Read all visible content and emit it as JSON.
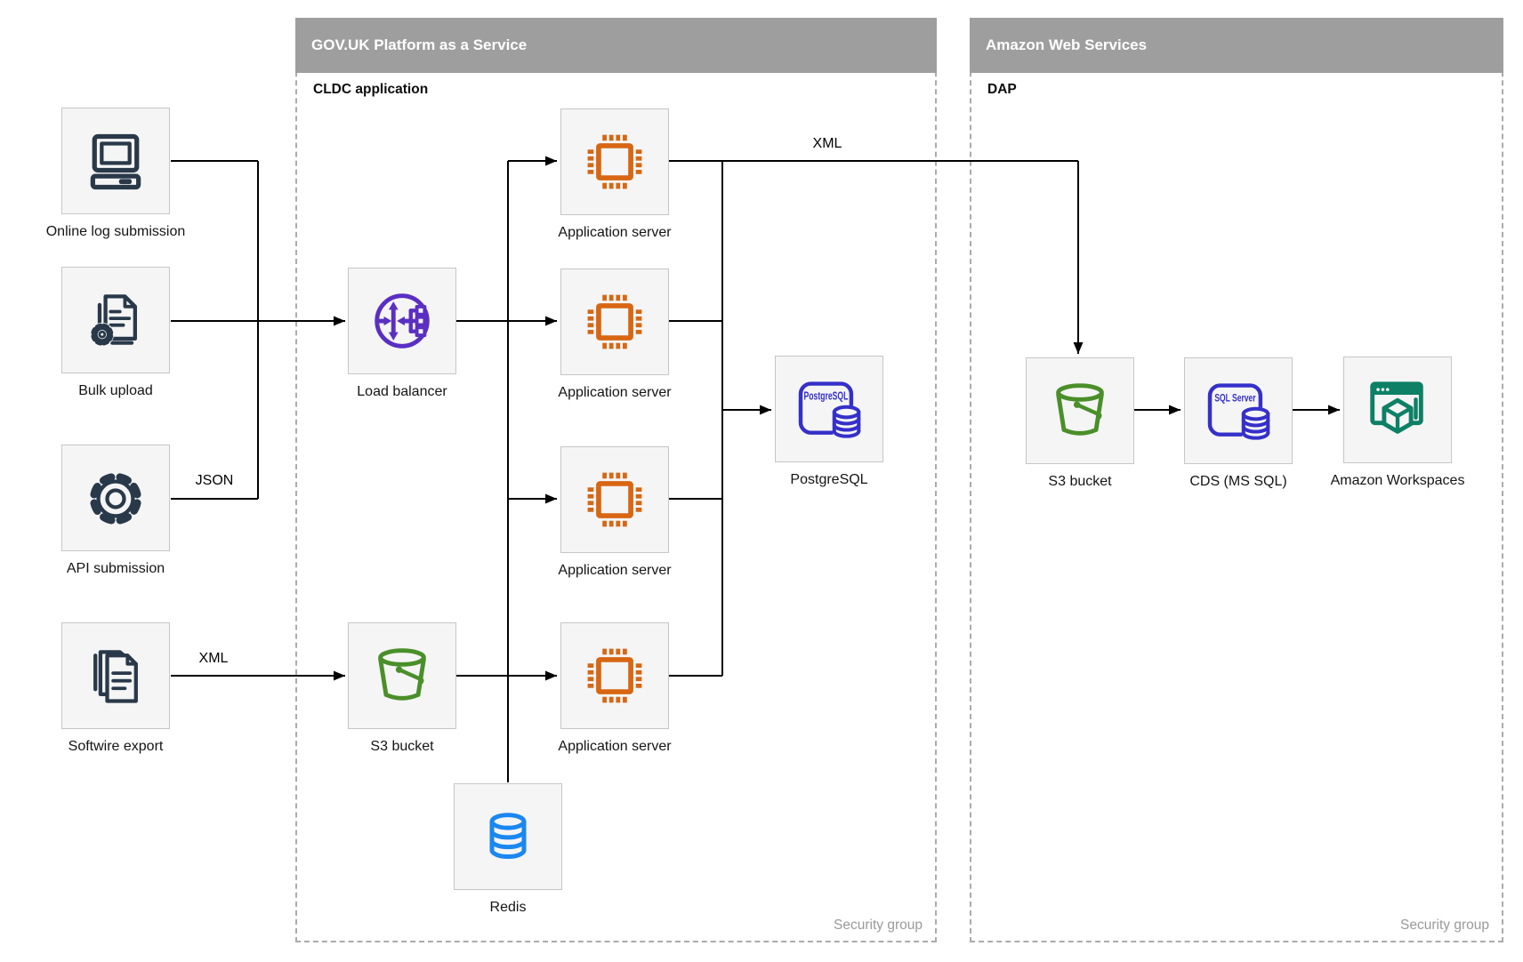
{
  "diagram": {
    "containers": {
      "paas": {
        "title": "GOV.UK Platform as a Service",
        "zone": "CLDC application",
        "footer": "Security group"
      },
      "aws": {
        "title": "Amazon Web Services",
        "zone": "DAP",
        "footer": "Security group"
      }
    },
    "nodes": {
      "online_log": {
        "label": "Online log submission"
      },
      "bulk_upload": {
        "label": "Bulk upload"
      },
      "api_submission": {
        "label": "API submission"
      },
      "softwire_export": {
        "label": "Softwire export"
      },
      "load_balancer": {
        "label": "Load balancer"
      },
      "app_server": {
        "label": "Application server"
      },
      "paas_s3": {
        "label": "S3 bucket"
      },
      "redis": {
        "label": "Redis"
      },
      "postgresql": {
        "label": "PostgreSQL",
        "icon_text": "PostgreSQL"
      },
      "aws_s3": {
        "label": "S3 bucket"
      },
      "cds": {
        "label": "CDS (MS SQL)",
        "icon_text": "SQL Server"
      },
      "workspaces": {
        "label": "Amazon Workspaces"
      }
    },
    "edge_labels": {
      "json": "JSON",
      "xml_export": "XML",
      "xml_transfer": "XML"
    },
    "colors": {
      "header_bg": "#9e9e9e",
      "header_text": "#ffffff",
      "node_bg": "#f5f5f5",
      "node_border": "#c6c6c6",
      "container_border": "#ababab",
      "edge": "#000000",
      "source_icon": "#29394a",
      "load_balancer_icon": "#5a2fc2",
      "app_server_icon": "#d86613",
      "s3_icon": "#4a8f29",
      "postgres_icon": "#3530c9",
      "redis_icon": "#1b87f0",
      "workspaces_icon": "#0d8066"
    }
  }
}
